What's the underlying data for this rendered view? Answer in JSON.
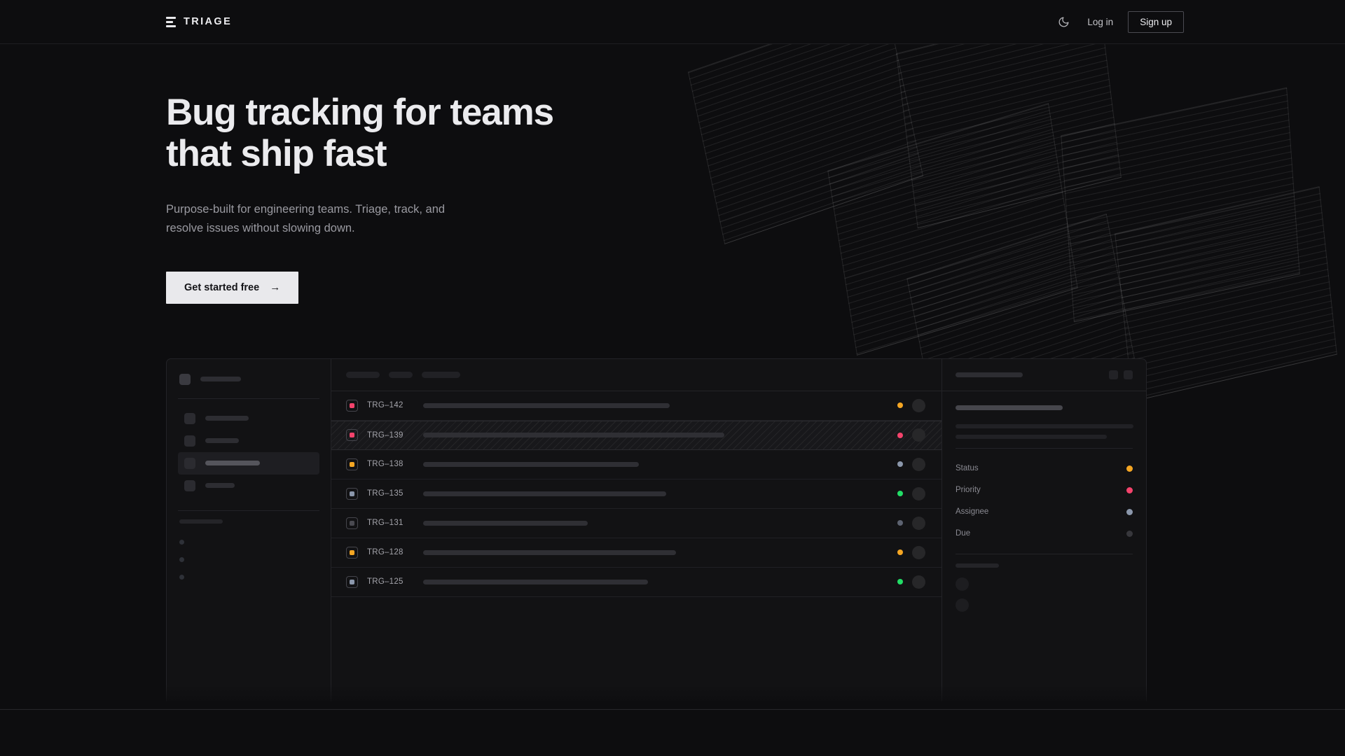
{
  "brand": {
    "name": "TRIAGE",
    "logo_icon": "stacked-bars-icon"
  },
  "nav": {
    "theme_toggle_icon": "moon-icon",
    "login_label": "Log in",
    "signup_label": "Sign up"
  },
  "hero": {
    "headline": "Bug tracking for teams\nthat ship fast",
    "subtitle": "Purpose-built for engineering teams. Triage, track, and\nresolve issues without slowing down.",
    "cta_label": "Get started free",
    "cta_arrow": "→"
  },
  "colors": {
    "page_bg": "#0d0d0f",
    "panel_bg": "#121214",
    "border": "#232327",
    "text_primary": "#ebebee",
    "text_muted": "#9a9aa1",
    "cta_bg": "#e9e9ec",
    "status_orange": "#f5a623",
    "status_pink": "#f4436c",
    "status_green": "#22dd66",
    "status_slate": "#8b97ab",
    "status_gray": "#4a4a51"
  },
  "app_mock": {
    "sidebar": {
      "workspace_placeholder_width": 58,
      "nav_items": [
        {
          "name": "nav-item-1",
          "width": 62,
          "active": false
        },
        {
          "name": "nav-item-2",
          "width": 48,
          "active": false
        },
        {
          "name": "nav-item-3",
          "width": 78,
          "active": true
        },
        {
          "name": "nav-item-4",
          "width": 42,
          "active": false
        }
      ],
      "section_dots": 3
    },
    "toolbar_pills": [
      48,
      34,
      55
    ],
    "issue_list": {
      "rows": [
        {
          "id": "TRG–142",
          "badge_color": "#f4436c",
          "title_width": 352,
          "status_color": "#f5a623",
          "highlighted": false
        },
        {
          "id": "TRG–139",
          "badge_color": "#f4436c",
          "title_width": 430,
          "status_color": "#f4436c",
          "highlighted": true
        },
        {
          "id": "TRG–138",
          "badge_color": "#f5a623",
          "title_width": 308,
          "status_color": "#8b97ab",
          "highlighted": false
        },
        {
          "id": "TRG–135",
          "badge_color": "#8b97ab",
          "title_width": 347,
          "status_color": "#22dd66",
          "highlighted": false
        },
        {
          "id": "TRG–131",
          "badge_color": "#4a4a51",
          "title_width": 235,
          "status_color": "#5c6270",
          "highlighted": false
        },
        {
          "id": "TRG–128",
          "badge_color": "#f5a623",
          "title_width": 361,
          "status_color": "#f5a623",
          "highlighted": false
        },
        {
          "id": "TRG–125",
          "badge_color": "#8b97ab",
          "title_width": 321,
          "status_color": "#22dd66",
          "highlighted": false
        }
      ]
    },
    "detail_panel": {
      "header_title_width": 96,
      "header_action_count": 2,
      "title_width": 153,
      "description_line_widths": [
        254,
        216
      ],
      "meta": [
        {
          "label": "Status",
          "color": "#f5a623"
        },
        {
          "label": "Priority",
          "color": "#f4436c"
        },
        {
          "label": "Assignee",
          "color": "#8b97ab"
        },
        {
          "label": "Due",
          "color": "#37373c"
        }
      ],
      "activity_label_width": 56,
      "activity_avatars": 2
    }
  }
}
